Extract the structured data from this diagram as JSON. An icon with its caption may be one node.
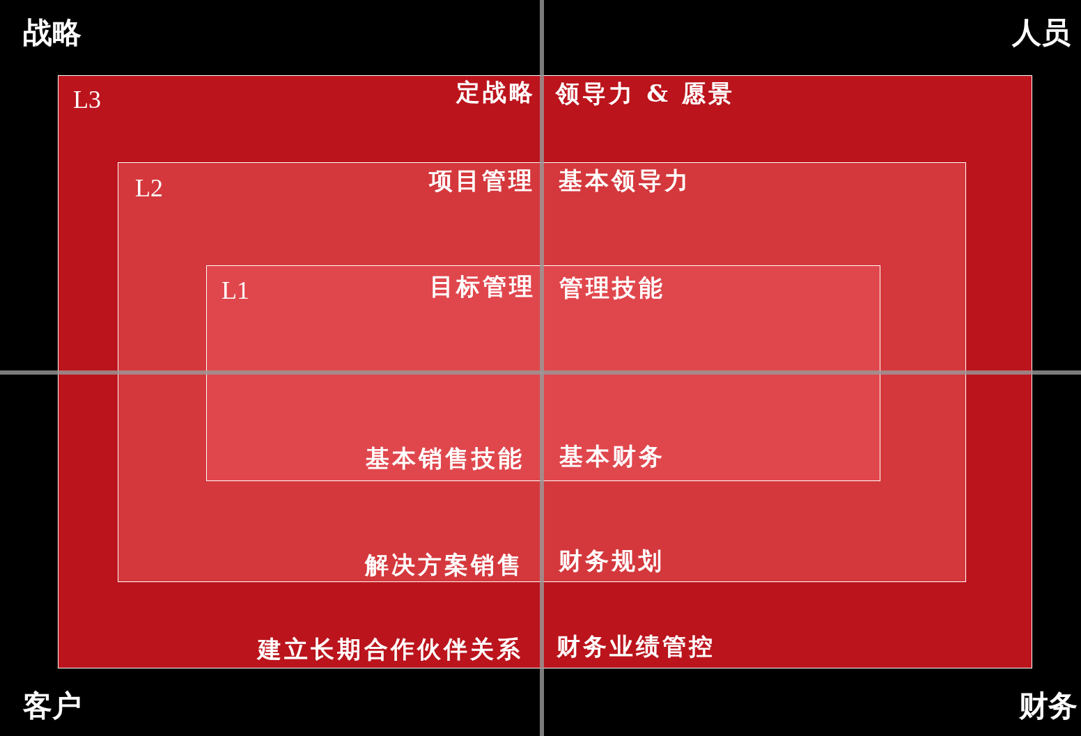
{
  "diagram": {
    "nodes": [
      {
        "text": [
          "L3",
          "定战略",
          "领导力 & 愿景",
          "建立长期合作伙伴关系",
          "财务业绩管控"
        ]
      },
      {
        "text": [
          "L2",
          "项目管理",
          "基本领导力",
          "解决方案销售",
          "财务规划"
        ],
        "in": 0
      },
      {
        "text": [
          "L1",
          "目标管理",
          "管理技能",
          "基本销售技能",
          "基本财务"
        ],
        "in": 1
      }
    ],
    "labels": [
      "战略",
      "人员",
      "客户",
      "财务"
    ]
  }
}
